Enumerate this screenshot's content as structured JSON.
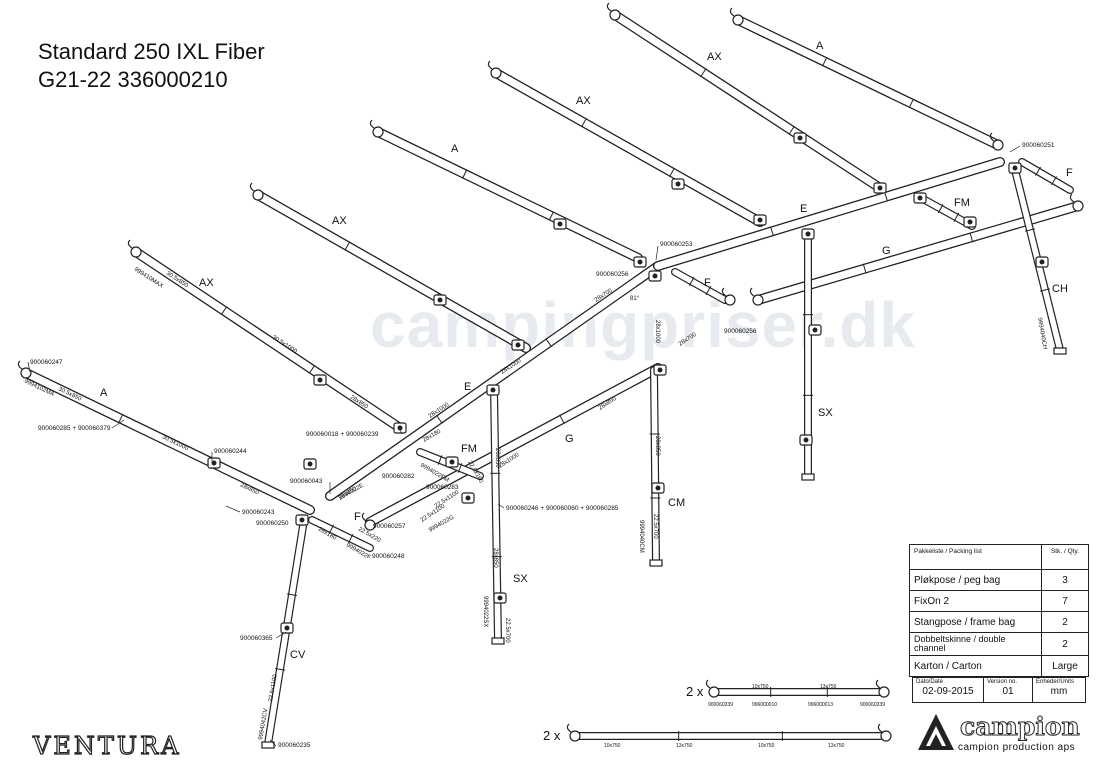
{
  "header": {
    "title_line1": "Standard 250 IXL Fiber",
    "title_line2": "G21-22 336000210"
  },
  "watermark": "campingpriser.dk",
  "section_labels": [
    {
      "id": "a_far",
      "text": "A"
    },
    {
      "id": "ax_far",
      "text": "AX"
    },
    {
      "id": "ax_mid",
      "text": "AX"
    },
    {
      "id": "a_mid",
      "text": "A"
    },
    {
      "id": "ax_near",
      "text": "AX"
    },
    {
      "id": "ax_front",
      "text": "AX"
    },
    {
      "id": "a_front",
      "text": "A"
    },
    {
      "id": "e_top",
      "text": "E"
    },
    {
      "id": "e_mid",
      "text": "E"
    },
    {
      "id": "fm_top",
      "text": "FM"
    },
    {
      "id": "fm_mid",
      "text": "FM"
    },
    {
      "id": "f_top",
      "text": "F"
    },
    {
      "id": "f_mid",
      "text": "F"
    },
    {
      "id": "f_front",
      "text": "F"
    },
    {
      "id": "g_top",
      "text": "G"
    },
    {
      "id": "g_mid",
      "text": "G"
    },
    {
      "id": "ch",
      "text": "CH"
    },
    {
      "id": "sx_back",
      "text": "SX"
    },
    {
      "id": "sx_front",
      "text": "SX"
    },
    {
      "id": "cm",
      "text": "CM"
    },
    {
      "id": "cv",
      "text": "CV"
    }
  ],
  "part_numbers": [
    {
      "id": "p251",
      "text": "900060251"
    },
    {
      "id": "p253",
      "text": "900060253"
    },
    {
      "id": "p256",
      "text": "900060256"
    },
    {
      "id": "p255",
      "text": "900060256"
    },
    {
      "id": "p247",
      "text": "900060247"
    },
    {
      "id": "p285",
      "text": "900060285 + 900060379"
    },
    {
      "id": "p244",
      "text": "900060244"
    },
    {
      "id": "p243",
      "text": "900060243"
    },
    {
      "id": "p250",
      "text": "900060250"
    },
    {
      "id": "p018",
      "text": "900060018 + 900060239"
    },
    {
      "id": "p043",
      "text": "900060043"
    },
    {
      "id": "p282",
      "text": "900060282"
    },
    {
      "id": "p283",
      "text": "900060283"
    },
    {
      "id": "p257",
      "text": "900060257"
    },
    {
      "id": "p248",
      "text": "900060248"
    },
    {
      "id": "p246",
      "text": "900060246 + 900060060 + 900060285"
    },
    {
      "id": "p365",
      "text": "900060365"
    },
    {
      "id": "p235",
      "text": "900060235"
    }
  ],
  "tube_labels": [
    {
      "id": "t1",
      "text": "30.5x850"
    },
    {
      "id": "t2",
      "text": "30.5x1000"
    },
    {
      "id": "t3",
      "text": "28x850"
    },
    {
      "id": "t4",
      "text": "30.5x850"
    },
    {
      "id": "t5",
      "text": "30.5x1000"
    },
    {
      "id": "t6",
      "text": "28x850"
    },
    {
      "id": "t7",
      "text": "28x700"
    },
    {
      "id": "t8",
      "text": "28x1000"
    },
    {
      "id": "t9",
      "text": "28x1000"
    },
    {
      "id": "t10",
      "text": "28x850"
    },
    {
      "id": "t11",
      "text": "28x700"
    },
    {
      "id": "t12",
      "text": "28x1000"
    },
    {
      "id": "t13",
      "text": "28x850"
    },
    {
      "id": "t14",
      "text": "22.5x1100"
    },
    {
      "id": "t15",
      "text": "22.5x1100"
    },
    {
      "id": "t16",
      "text": "28x180"
    },
    {
      "id": "t17",
      "text": "22.5x160"
    },
    {
      "id": "t18",
      "text": "28x180"
    },
    {
      "id": "t19",
      "text": "22.5x220"
    },
    {
      "id": "t20",
      "text": "28x850"
    },
    {
      "id": "t21",
      "text": "28x850"
    },
    {
      "id": "t22",
      "text": "22.5x700"
    },
    {
      "id": "t23",
      "text": "28x850"
    },
    {
      "id": "t24",
      "text": "22.5x700"
    },
    {
      "id": "t25",
      "text": "28x1000"
    },
    {
      "id": "t26",
      "text": "22.5x1100"
    },
    {
      "id": "t27",
      "text": "999410MAX"
    },
    {
      "id": "t28",
      "text": "9994102MA"
    },
    {
      "id": "t29",
      "text": "9994022E"
    },
    {
      "id": "t30",
      "text": "9994022FM"
    },
    {
      "id": "t31",
      "text": "9994022G"
    },
    {
      "id": "t32",
      "text": "9994022F"
    },
    {
      "id": "t33",
      "text": "9994022SX"
    },
    {
      "id": "t34",
      "text": "9994040CM"
    },
    {
      "id": "t35",
      "text": "9994040CH"
    },
    {
      "id": "t36",
      "text": "9994042CV"
    },
    {
      "id": "angle",
      "text": "81°"
    }
  ],
  "extras": {
    "row1_qty": "2 x",
    "row1_top": [
      "10x750",
      "13x750"
    ],
    "row1_bottom": [
      "900060339",
      "996000010",
      "996000013",
      "900060339"
    ],
    "row2_qty": "2 x",
    "row2_labels": [
      "10x750",
      "13x750",
      "10x750",
      "13x750"
    ]
  },
  "packing_list": {
    "header": "Pakkeliste / Packing list",
    "qty_header": "Stk. / Qty.",
    "rows": [
      {
        "item": "Pløkpose / peg bag",
        "qty": "3"
      },
      {
        "item": "FixOn 2",
        "qty": "7"
      },
      {
        "item": "Stangpose / frame bag",
        "qty": "2"
      },
      {
        "item": "Dobbeltskinne / double channel",
        "qty": "2"
      },
      {
        "item": "Karton / Carton",
        "qty": "Large"
      }
    ]
  },
  "meta": {
    "date_label": "Dato/Date",
    "date": "02-09-2015",
    "version_label": "Version no.",
    "version": "01",
    "units_label": "Enheder/Units",
    "units": "mm"
  },
  "brands": {
    "left": "VENTURA",
    "right": "campion",
    "right_sub": "campion production aps"
  }
}
